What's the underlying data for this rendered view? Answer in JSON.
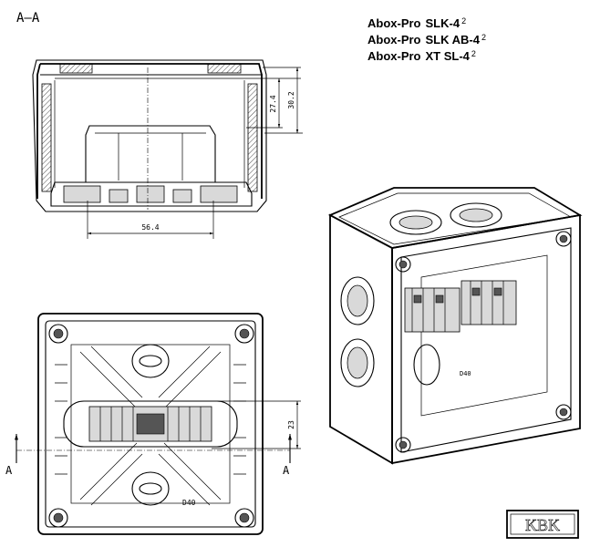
{
  "section_label": "A–A",
  "products": [
    {
      "prefix": "Abox-Pro",
      "model": "SLK-4",
      "sup": "2"
    },
    {
      "prefix": "Abox-Pro",
      "model": "SLK  AB-4",
      "sup": "2"
    },
    {
      "prefix": "Abox-Pro",
      "model": "XT  SL-4",
      "sup": "2"
    }
  ],
  "dimensions": {
    "depth_inner": "27.4",
    "depth_outer": "30.2",
    "width_terminal": "56.4",
    "height_terminal": "23"
  },
  "cut_markers": {
    "left": "A",
    "right": "A"
  },
  "part_marks": {
    "plan": "D40",
    "iso": "D40"
  },
  "logo": "KBK"
}
